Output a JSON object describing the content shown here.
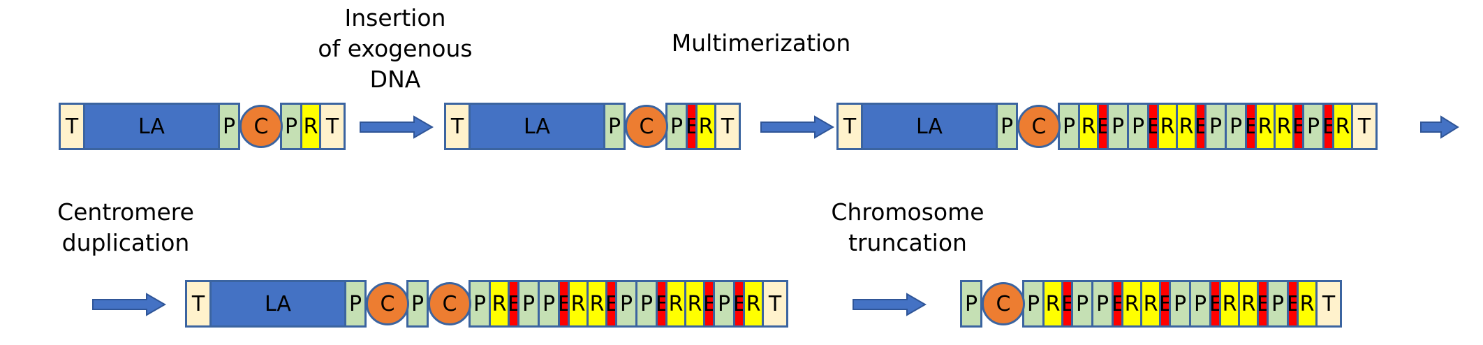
{
  "labels": {
    "insertion": [
      "Insertion",
      "of exogenous",
      "DNA"
    ],
    "multimerization": "Multimerization",
    "centromere_duplication": [
      "Centromere",
      "duplication"
    ],
    "chromosome_truncation": [
      "Chromosome",
      "truncation"
    ]
  },
  "segment_colors": {
    "T": "#fff2cc",
    "LA": "#4472c4",
    "P": "#c5e0b4",
    "C": "#ed7d31",
    "R": "#ffff00",
    "E": "#ff0000"
  },
  "constructs": [
    {
      "segments": [
        "T",
        "LA",
        "P",
        "C",
        "P",
        "R",
        "T"
      ]
    },
    {
      "segments": [
        "T",
        "LA",
        "P",
        "C",
        "P",
        "E",
        "R",
        "T"
      ]
    },
    {
      "segments": [
        "T",
        "LA",
        "P",
        "C",
        "P",
        "R",
        "E",
        "P",
        "P",
        "E",
        "R",
        "R",
        "E",
        "P",
        "P",
        "E",
        "R",
        "R",
        "E",
        "P",
        "E",
        "R",
        "T"
      ]
    },
    {
      "segments": [
        "T",
        "LA",
        "P",
        "C",
        "P",
        "C",
        "P",
        "R",
        "E",
        "P",
        "P",
        "E",
        "R",
        "R",
        "E",
        "P",
        "P",
        "E",
        "R",
        "R",
        "E",
        "P",
        "E",
        "R",
        "T"
      ]
    },
    {
      "segments": [
        "P",
        "C",
        "P",
        "R",
        "E",
        "P",
        "P",
        "E",
        "R",
        "R",
        "E",
        "P",
        "P",
        "E",
        "R",
        "R",
        "E",
        "P",
        "E",
        "R",
        "T"
      ]
    }
  ]
}
